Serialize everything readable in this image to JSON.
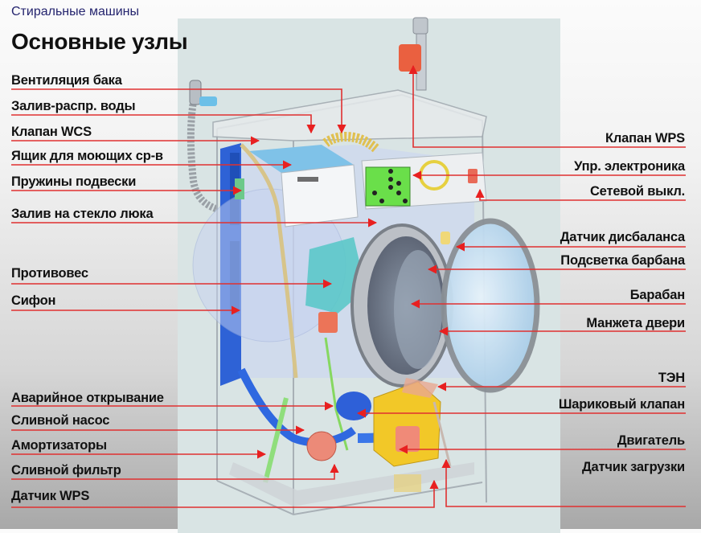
{
  "header": {
    "subtitle": "Стиральные машины",
    "title": "Основные узлы"
  },
  "colors": {
    "callout_line": "#e03030",
    "subtitle_text": "#24246e",
    "panel_bg": "#d9e4e4"
  },
  "labels_left": [
    {
      "id": "tank-vent",
      "text": "Вентиляция бака"
    },
    {
      "id": "water-inlet-dist",
      "text": "Залив-распр. воды"
    },
    {
      "id": "wcs-valve",
      "text": "Клапан WCS"
    },
    {
      "id": "detergent-drawer",
      "text": "Ящик для моющих ср-в"
    },
    {
      "id": "suspension-springs",
      "text": "Пружины подвески"
    },
    {
      "id": "door-glass-inlet",
      "text": "Залив на стекло люка"
    },
    {
      "id": "counterweight",
      "text": "Противовес"
    },
    {
      "id": "siphon",
      "text": "Сифон"
    },
    {
      "id": "emergency-release",
      "text": "Аварийное открывание"
    },
    {
      "id": "drain-pump",
      "text": "Сливной насос"
    },
    {
      "id": "shock-absorbers",
      "text": "Амортизаторы"
    },
    {
      "id": "drain-filter",
      "text": "Сливной фильтр"
    },
    {
      "id": "wps-sensor",
      "text": "Датчик WPS"
    }
  ],
  "labels_right": [
    {
      "id": "wps-valve",
      "text": "Клапан WPS"
    },
    {
      "id": "control-electronics",
      "text": "Упр. электроника"
    },
    {
      "id": "mains-switch",
      "text": "Сетевой выкл."
    },
    {
      "id": "imbalance-sensor",
      "text": "Датчик дисбаланса"
    },
    {
      "id": "drum-light",
      "text": "Подсветка барбана"
    },
    {
      "id": "drum",
      "text": "Барабан"
    },
    {
      "id": "door-seal",
      "text": "Манжета двери"
    },
    {
      "id": "heater",
      "text": "ТЭН"
    },
    {
      "id": "ball-valve",
      "text": "Шариковый клапан"
    },
    {
      "id": "motor",
      "text": "Двигатель"
    },
    {
      "id": "load-sensor",
      "text": "Датчик загрузки"
    }
  ]
}
